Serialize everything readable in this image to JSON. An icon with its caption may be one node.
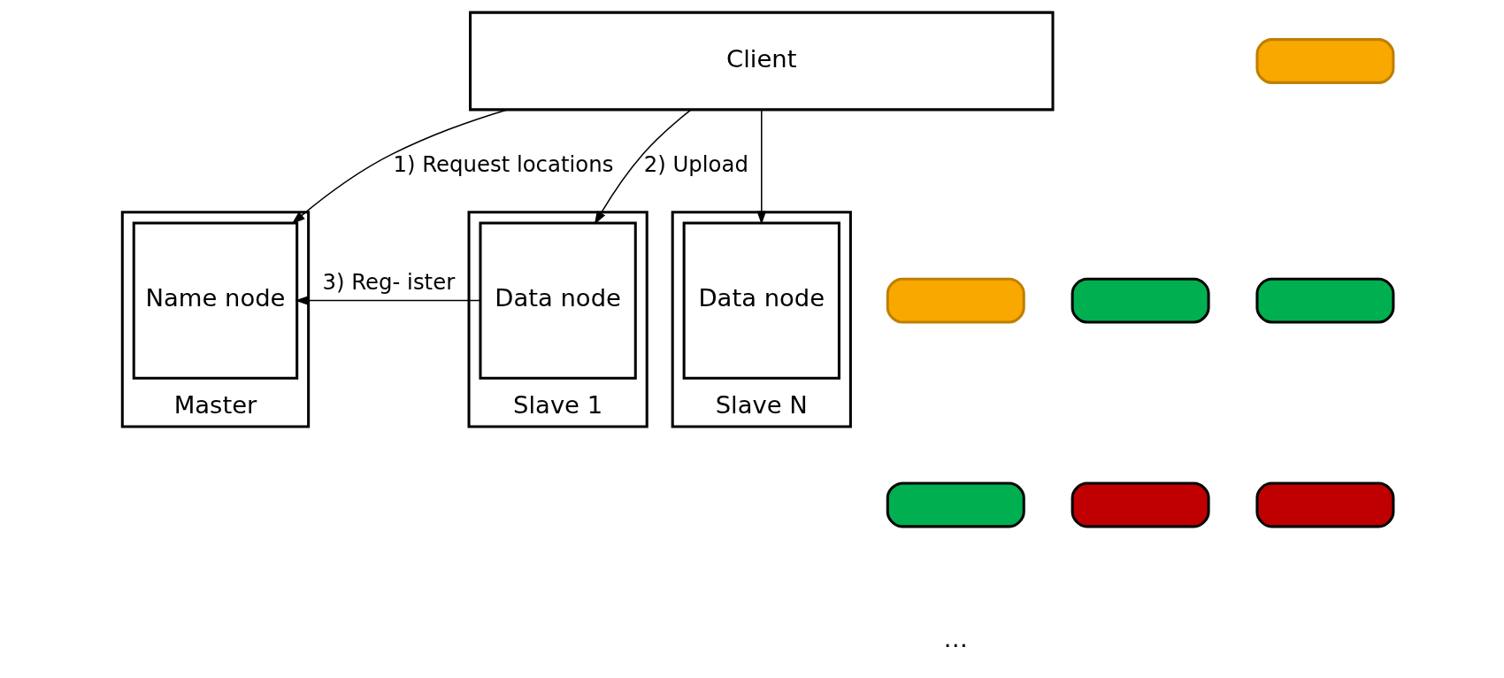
{
  "diagram": {
    "nodes": [
      {
        "text": [
          "Client"
        ]
      },
      {
        "text": [
          "Master"
        ]
      },
      {
        "text": [
          "Name node"
        ],
        "in": 1
      },
      {
        "text": [
          "Slave 1"
        ]
      },
      {
        "text": [
          "Data node"
        ],
        "in": 3
      },
      {
        "text": [
          "Slave N"
        ]
      },
      {
        "text": [
          "Data node"
        ],
        "in": 5
      },
      {
        "text": [],
        "shape": "box"
      },
      {
        "text": [],
        "shape": "box"
      },
      {
        "text": [],
        "shape": "box"
      },
      {
        "text": [],
        "shape": "box"
      },
      {
        "text": [],
        "shape": "box"
      },
      {
        "text": [],
        "shape": "box"
      },
      {
        "text": [],
        "shape": "box"
      }
    ],
    "edges": [
      {
        "from": 0,
        "to": 2,
        "arrow": "to",
        "label": "1) Request locations"
      },
      {
        "from": 0,
        "to": 4,
        "arrow": "to",
        "label": "2) Upload"
      },
      {
        "from": 0,
        "to": 6,
        "arrow": "to"
      },
      {
        "from": 4,
        "to": 2,
        "arrow": "to",
        "label": "3) Reg- ister"
      }
    ],
    "labels": [
      "…"
    ]
  }
}
